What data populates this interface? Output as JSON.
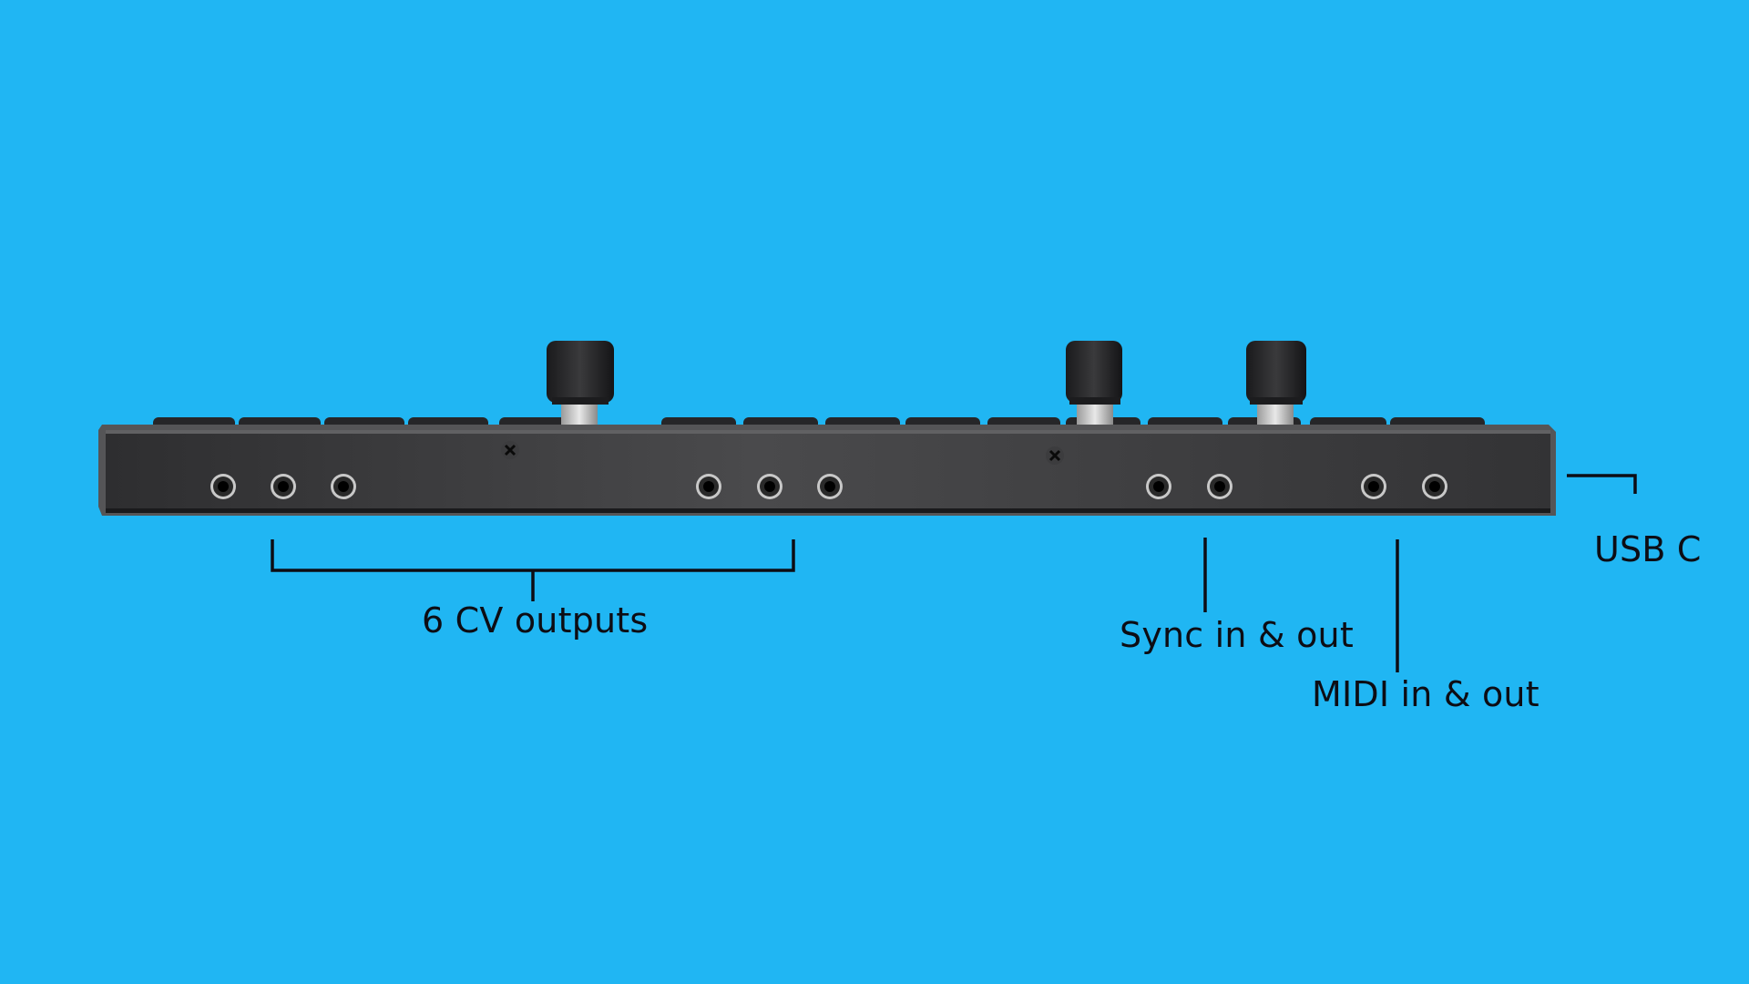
{
  "background_color": "#20b6f3",
  "device_color": "#3a3a3c",
  "callout_color": "#0d0d14",
  "labels": {
    "cv_outputs": "6 CV outputs",
    "sync": "Sync in & out",
    "midi": "MIDI in & out",
    "usb": "USB C"
  },
  "icons": [
    "knob-icon",
    "jack-icon",
    "screw-icon",
    "key-icon"
  ]
}
